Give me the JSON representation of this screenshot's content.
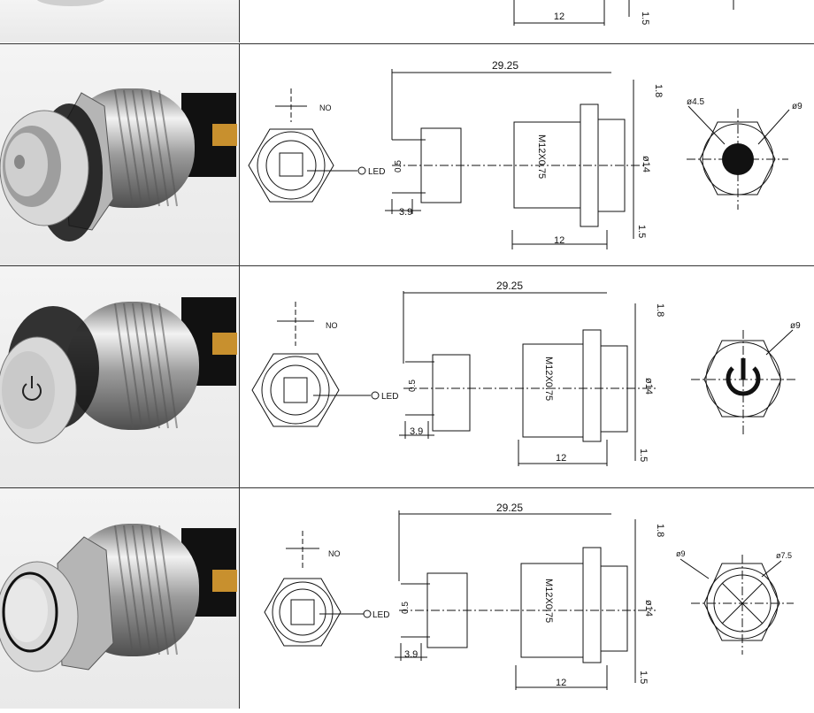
{
  "dimensions": {
    "total_length": "29.25",
    "flange": "1.8",
    "thread": "M12X0.75",
    "diameter": "ø14",
    "terminal_offset": "0.5",
    "terminal_pitch": "3.9",
    "body_length": "12",
    "nut": "1.5"
  },
  "pinout": {
    "no_label": "NO",
    "led_label": "LED"
  },
  "variants": [
    {
      "type": "dot",
      "callout_a": "ø4.5",
      "callout_b": "ø9"
    },
    {
      "type": "power",
      "callout_a": "",
      "callout_b": "ø9"
    },
    {
      "type": "ring",
      "callout_a": "ø9",
      "callout_b": "ø7.5"
    }
  ],
  "colors": {
    "line": "#111111",
    "divider": "#333333",
    "metal_light": "#e6e6e6",
    "metal_dark": "#6f6f6f",
    "terminal": "#c8902e"
  }
}
